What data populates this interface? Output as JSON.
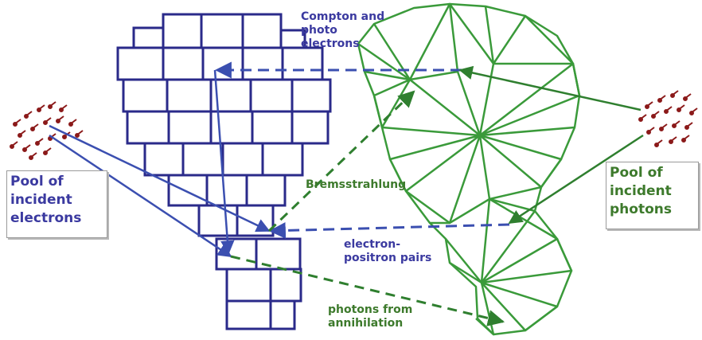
{
  "labels": {
    "compton": "Compton and\nphoto\nelectrons",
    "brems": "Bremsstrahlung",
    "pairs": "electron-\npositron pairs",
    "annihilation": "photons from\nannihilation"
  },
  "pools": {
    "electrons": "Pool of\nincident\nelectrons",
    "photons": "Pool of\nincident\nphotons"
  },
  "colors": {
    "blue": "#3b3aa0",
    "green": "#3a9a3a",
    "particle": "#8b1a1a"
  }
}
